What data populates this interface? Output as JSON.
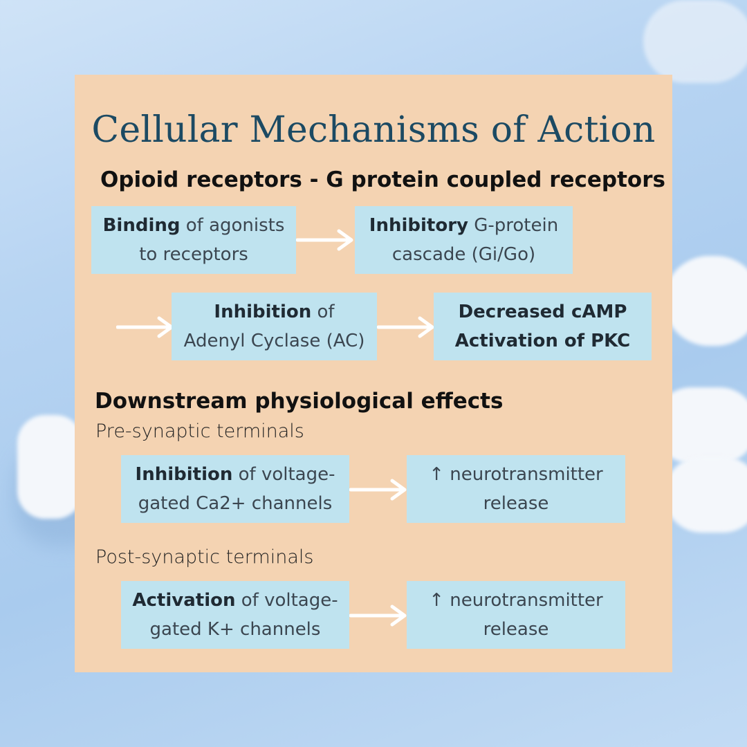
{
  "title": "Cellular Mechanisms of Action",
  "section1_heading": "Opioid receptors - G protein coupled receptors",
  "boxes": {
    "binding": {
      "bold": "Binding",
      "rest1": " of agonists",
      "line2": "to receptors"
    },
    "inhibitory": {
      "bold": "Inhibitory",
      "rest1": " G-protein",
      "line2": "cascade (Gi/Go)"
    },
    "inhibition_ac": {
      "bold": "Inhibition",
      "rest1": " of",
      "line2": "Adenyl Cyclase (AC)"
    },
    "decreased": {
      "line1": "Decreased cAMP",
      "line2": "Activation of PKC"
    },
    "ca_channels": {
      "bold": "Inhibition",
      "rest1": " of voltage-",
      "line2": "gated Ca2+ channels"
    },
    "release_pre": {
      "line1": "↑ neurotransmitter",
      "line2": "release"
    },
    "k_channels": {
      "bold": "Activation",
      "rest1": " of voltage-",
      "line2": "gated K+ channels"
    },
    "release_post": {
      "line1": "↑ neurotransmitter",
      "line2": "release"
    }
  },
  "section2_heading": "Downstream physiological effects",
  "pre_label": "Pre-synaptic terminals",
  "post_label": "Post-synaptic terminals",
  "colors": {
    "card": "#f4d3b2",
    "box": "#bfe3ef",
    "title": "#1c4a63",
    "arrow": "#ffffff"
  }
}
